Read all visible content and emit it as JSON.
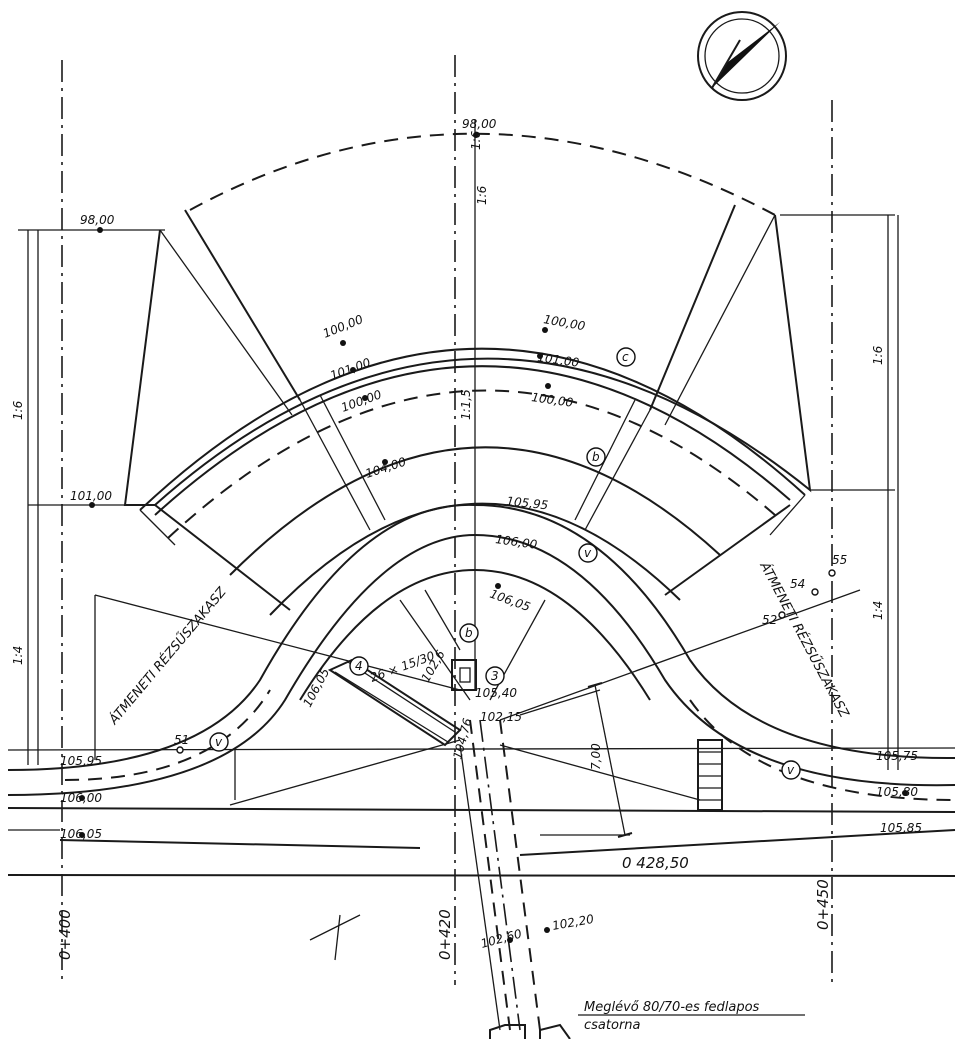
{
  "drawing": {
    "chainage_labels": [
      "0+400",
      "0+420",
      "0+450"
    ],
    "station_label": "0 428,50",
    "slope_labels": [
      "1:6",
      "1:6",
      "1:4",
      "1:4",
      "1:6",
      "1:1,5",
      "1:6"
    ],
    "transition_labels": [
      "ÁTMENETI RÉZSŰSZAKASZ",
      "ÁTMENETI RÉZSŰSZAKASZ"
    ],
    "elevations": {
      "e98_top": "98,00",
      "e98_left": "98,00",
      "e100_left": "100,00",
      "e101_left": "101,00",
      "e100_left_inner": "100,00",
      "e104": "104,00",
      "e100_right": "100,00",
      "e101_right": "101,00",
      "e100_right_inner": "100,00",
      "e105_95_mid": "105,95",
      "e106_00_mid": "106,00",
      "e106_05_mid": "106,05",
      "e101_00_side": "101,00",
      "e106_05_stair": "106,05",
      "e105_95_left": "105,95",
      "e106_00_left": "106,00",
      "e106_05_left": "106,05",
      "e105_75_right": "105,75",
      "e105_80_right": "105,80",
      "e105_85_right": "105,85",
      "e102_6": "102,6",
      "e105_40": "105,40",
      "e102_15": "102,15",
      "e104_76": "104,76",
      "e102_60": "102,60",
      "e102_20": "102,20"
    },
    "stair_label": "26 × 15/30",
    "dimension_7": "7,00",
    "point_numbers": [
      "51",
      "52",
      "54",
      "55"
    ],
    "circle_marks": [
      "c",
      "b",
      "v",
      "v",
      "v",
      "b",
      "3",
      "4"
    ],
    "note_line1": "Meglévő 80/70-es fedlapos",
    "note_line2": "csatorna"
  }
}
